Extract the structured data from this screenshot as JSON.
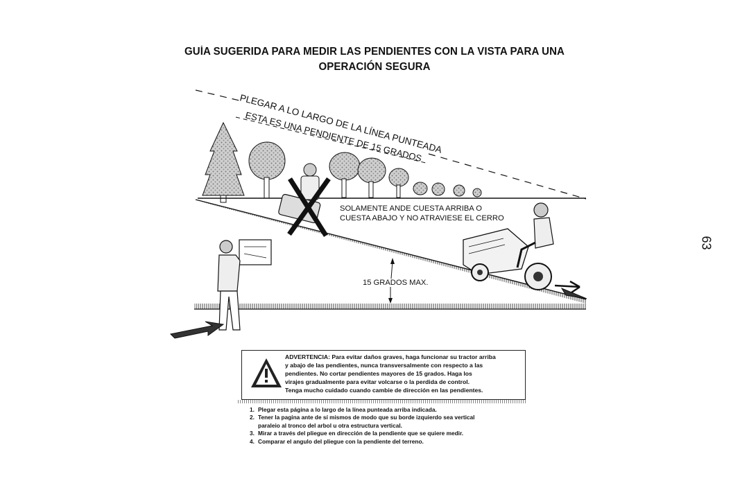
{
  "title": {
    "line1": "GUÍA SUGERIDA PARA MEDIR LAS PENDIENTES CON LA VISTA PARA UNA",
    "line2": "OPERACIÓN SEGURA"
  },
  "diagram": {
    "fold_label": "PLEGAR A LO LARGO DE LA LÍNEA PUNTEADA",
    "slope_label": "ESTA ES UNA PENDIENTE DE 15 GRADOS",
    "instruction_line1": "SOLAMENTE ANDE CUESTA ARRIBA O",
    "instruction_line2": "CUESTA ABAJO Y NO ATRAVIESE EL CERRO",
    "angle_label": "15 GRADOS MAX."
  },
  "page_number": "63",
  "warning": {
    "line1": "ADVERTENCIA: Para evitar daños graves, haga funcionar su tractor arriba",
    "line2": "y abajo de las pendientes, nunca transversalmente con respecto a las",
    "line3": "pendientes. No cortar pendientes mayores de 15 grados. Haga los",
    "line4": "virajes gradualmente para evitar volcarse o la perdida de control.",
    "line5": "Tenga mucho cuidado cuando cambie de dirección en las pendientes."
  },
  "steps": [
    {
      "num": "1.",
      "lines": [
        "Plegar esta página a lo largo de la línea punteada arriba indicada."
      ]
    },
    {
      "num": "2.",
      "lines": [
        "Tener la pagina ante de sí mismos de modo  que su borde izquierdo sea vertical",
        "paraleio al tronco del arbol u otra estructura vertical."
      ]
    },
    {
      "num": "3.",
      "lines": [
        "Mirar a través del pliegue en dirección de la pendiente que se quiere medir."
      ]
    },
    {
      "num": "4.",
      "lines": [
        "Comparar el angulo del pliegue con la pendiente del terreno."
      ]
    }
  ],
  "colors": {
    "ink": "#111111",
    "paper": "#ffffff",
    "tree_fill": "#bdbdbd"
  }
}
